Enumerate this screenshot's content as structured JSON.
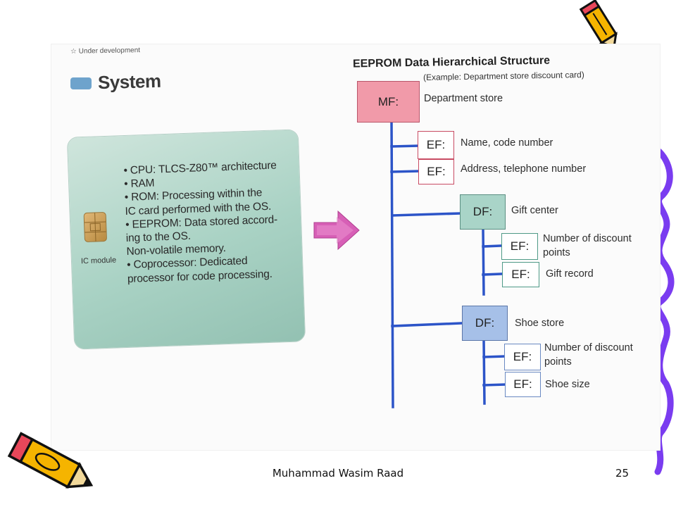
{
  "left_panel": {
    "dev_note": "☆ Under development",
    "system_title": "System",
    "chip_label": "IC module",
    "specs": [
      "• CPU: TLCS-Z80™ architecture",
      "• RAM",
      "• ROM: Processing within the",
      "   IC card performed with the OS.",
      "• EEPROM: Data stored accord-",
      "   ing to the OS.",
      "   Non-volatile memory.",
      "• Coprocessor: Dedicated",
      "   processor for code processing."
    ]
  },
  "hierarchy": {
    "title": "EEPROM Data Hierarchical Structure",
    "subtitle": "(Example: Department store discount card)",
    "mf": {
      "tag": "MF:",
      "label": "Department store"
    },
    "ef_name": {
      "tag": "EF:",
      "label": "Name, code number"
    },
    "ef_address": {
      "tag": "EF:",
      "label": "Address, telephone number"
    },
    "df_gift": {
      "tag": "DF:",
      "label": "Gift center"
    },
    "ef_gift_points": {
      "tag": "EF:",
      "label_line1": "Number of discount",
      "label_line2": "points"
    },
    "ef_gift_record": {
      "tag": "EF:",
      "label": "Gift record"
    },
    "df_shoe": {
      "tag": "DF:",
      "label": "Shoe store"
    },
    "ef_shoe_points": {
      "tag": "EF:",
      "label_line1": "Number of discount",
      "label_line2": "points"
    },
    "ef_shoe_size": {
      "tag": "EF:",
      "label": "Shoe size"
    }
  },
  "colors": {
    "connector": "#2c54c8",
    "mf_fill": "#f19aa9",
    "df_gift_fill": "#a9d4c8",
    "df_shoe_fill": "#a6c0e8",
    "arrow": "#d75fb6",
    "decor_purple": "#7a3cf0"
  },
  "icons": [
    "pencil-icon",
    "pencil-icon"
  ],
  "footer": {
    "author": "Muhammad Wasim Raad",
    "page_number": "25"
  }
}
